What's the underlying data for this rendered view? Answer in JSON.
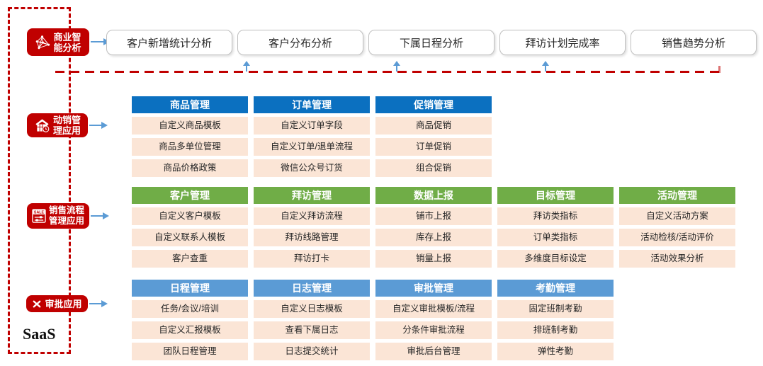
{
  "saas_label": "SaaS",
  "colors": {
    "accent_red": "#C00000",
    "header_dark_blue": "#0B70C0",
    "header_green": "#70AD47",
    "header_light_blue": "#5B9BD5",
    "cell_bg": "#FBE5D6",
    "arrow_blue": "#5B9BD5",
    "box_border": "#BFBFBF"
  },
  "bi": {
    "label": "商业智能分析",
    "label_lines": [
      "商业智",
      "能分析"
    ],
    "icon": "network-graph-icon",
    "boxes": [
      "客户新增统计分析",
      "客户分布分析",
      "下属日程分析",
      "拜访计划完成率",
      "销售趋势分析"
    ]
  },
  "sections": [
    {
      "id": "merchandising",
      "label": "动销管理应用",
      "label_lines": [
        "动销管",
        "理应用"
      ],
      "icon": "store-clock-icon",
      "header_color": "#0B70C0",
      "columns": [
        {
          "header": "商品管理",
          "items": [
            "自定义商品模板",
            "商品多单位管理",
            "商品价格政策"
          ]
        },
        {
          "header": "订单管理",
          "items": [
            "自定义订单字段",
            "自定义订单/退单流程",
            "微信公众号订货"
          ]
        },
        {
          "header": "促销管理",
          "items": [
            "商品促销",
            "订单促销",
            "组合促销"
          ]
        }
      ]
    },
    {
      "id": "sales-process",
      "label": "销售流程管理应用",
      "label_lines": [
        "销售流程",
        "管理应用"
      ],
      "icon": "sale-sliders-icon",
      "header_color": "#70AD47",
      "columns": [
        {
          "header": "客户管理",
          "items": [
            "自定义客户模板",
            "自定义联系人模板",
            "客户查重"
          ]
        },
        {
          "header": "拜访管理",
          "items": [
            "自定义拜访流程",
            "拜访线路管理",
            "拜访打卡"
          ]
        },
        {
          "header": "数据上报",
          "items": [
            "铺市上报",
            "库存上报",
            "销量上报"
          ]
        },
        {
          "header": "目标管理",
          "items": [
            "拜访类指标",
            "订单类指标",
            "多维度目标设定"
          ]
        },
        {
          "header": "活动管理",
          "items": [
            "自定义活动方案",
            "活动检核/活动评价",
            "活动效果分析"
          ]
        }
      ]
    },
    {
      "id": "approval",
      "label": "审批应用",
      "label_lines": [
        "审批应用"
      ],
      "icon": "crossed-tools-icon",
      "header_color": "#5B9BD5",
      "columns": [
        {
          "header": "日程管理",
          "items": [
            "任务/会议/培训",
            "自定义汇报模板",
            "团队日程管理"
          ]
        },
        {
          "header": "日志管理",
          "items": [
            "自定义日志模板",
            "查看下属日志",
            "日志提交统计"
          ]
        },
        {
          "header": "审批管理",
          "items": [
            "自定义审批模板/流程",
            "分条件审批流程",
            "审批后台管理"
          ]
        },
        {
          "header": "考勤管理",
          "items": [
            "固定班制考勤",
            "排班制考勤",
            "弹性考勤"
          ]
        }
      ]
    }
  ]
}
